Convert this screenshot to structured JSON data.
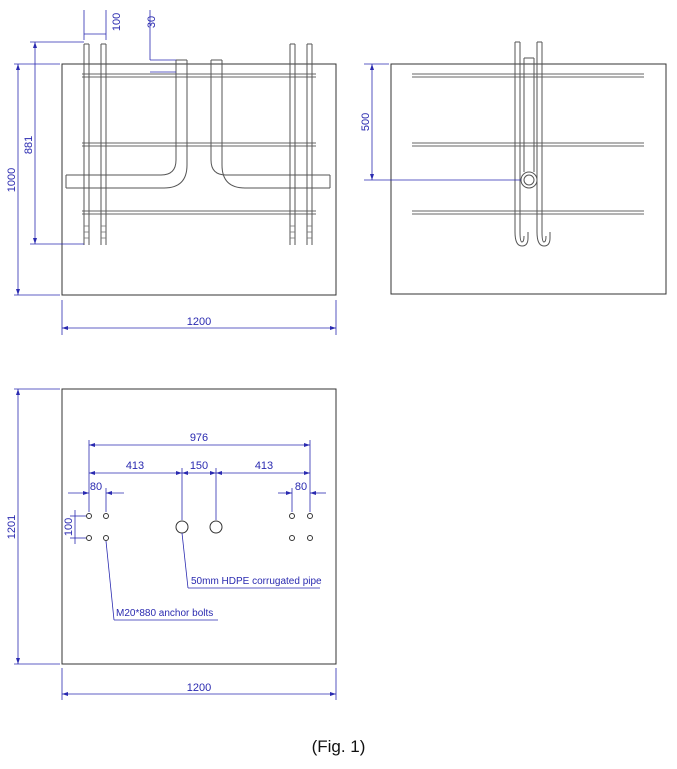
{
  "caption": "(Fig. 1)",
  "views": {
    "front": {
      "dim_width": "1200",
      "dim_height": "1000",
      "dim_bolt_length": "881",
      "dim_bolt_offset": "100",
      "dim_pipe_offset": "30"
    },
    "side": {
      "dim_height": "500"
    },
    "plan": {
      "dim_width": "1200",
      "dim_height": "1201",
      "dim_total": "976",
      "dim_left": "413",
      "dim_center": "150",
      "dim_right": "413",
      "dim_bolt_left": "80",
      "dim_bolt_right": "80",
      "dim_bolt_vertical": "100",
      "label_pipe": "50mm HDPE corrugated pipe",
      "label_bolts": "M20*880 anchor bolts"
    }
  },
  "colors": {
    "outline": "#333333",
    "dimension": "#2a2ab0",
    "rebar": "#666666"
  }
}
